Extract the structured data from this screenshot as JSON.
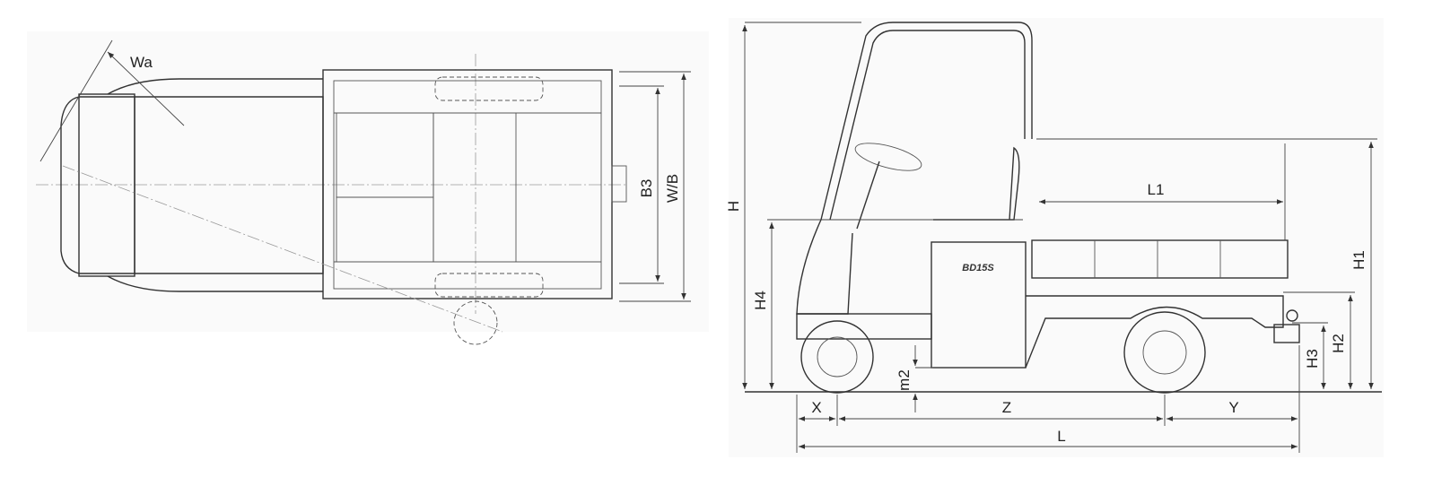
{
  "top_view": {
    "labels": {
      "wa": "Wa",
      "b3": "B3",
      "wb": "W/B"
    }
  },
  "side_view": {
    "model_badge": "BD15S",
    "labels": {
      "h": "H",
      "l1": "L1",
      "h1": "H1",
      "h4": "H4",
      "h2": "H2",
      "h3": "H3",
      "m2": "m2",
      "x": "X",
      "z": "Z",
      "y": "Y",
      "l": "L"
    }
  }
}
